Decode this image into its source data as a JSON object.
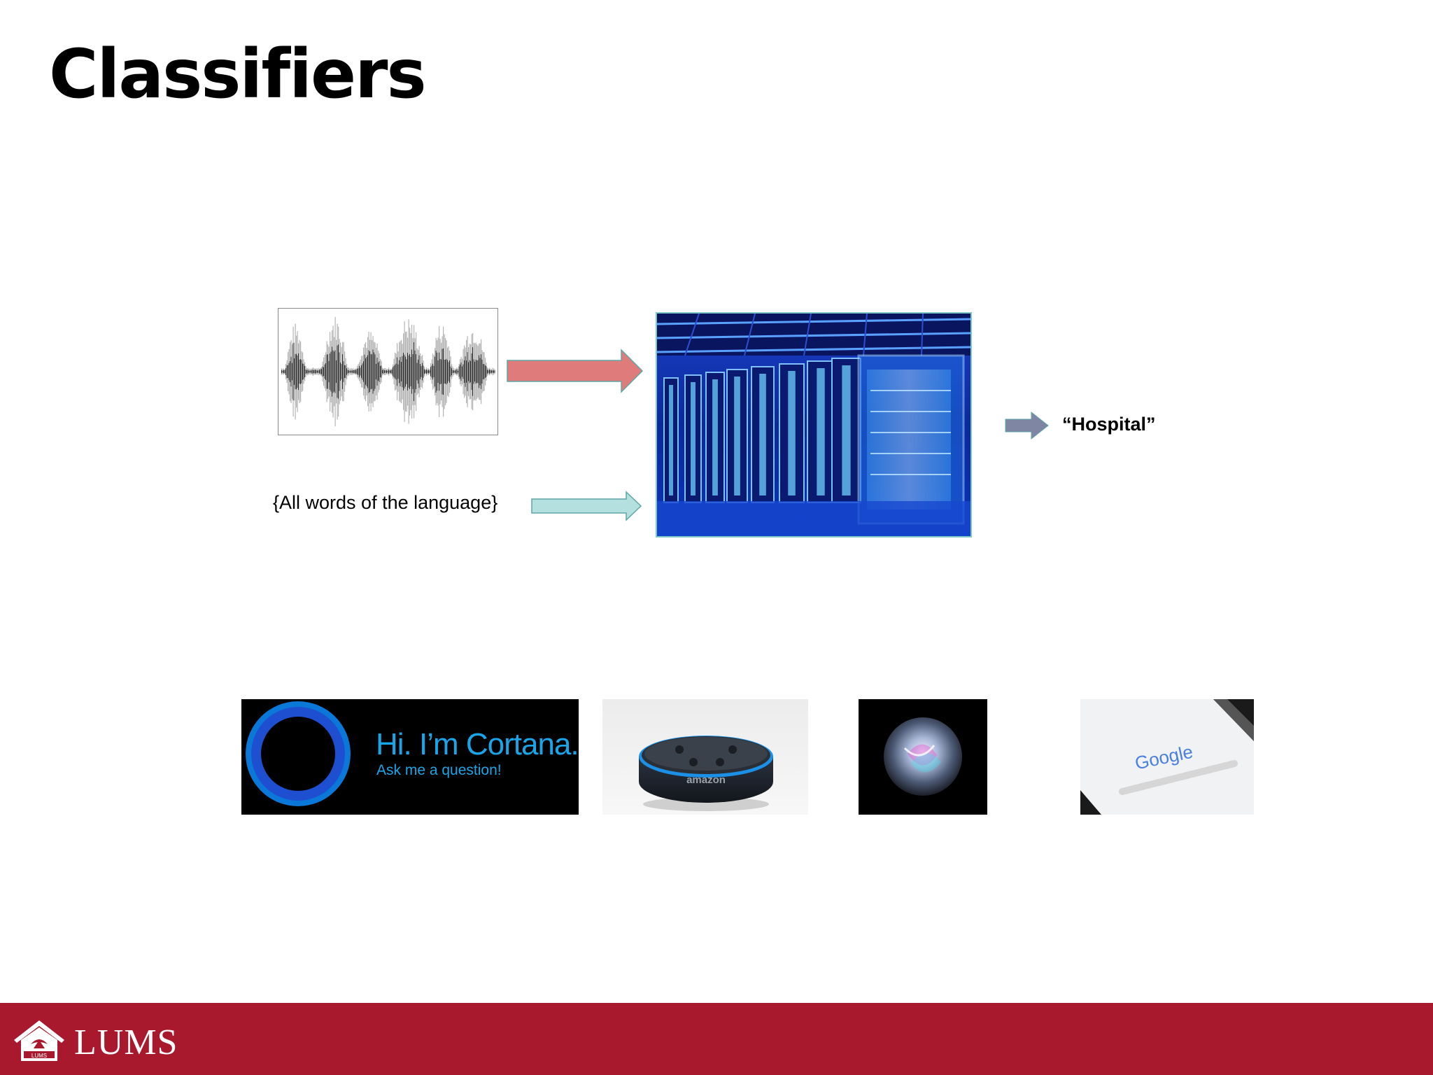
{
  "slide": {
    "title": "Classifiers"
  },
  "diagram": {
    "input_set": "{All words of the language}",
    "output_label": "“Hospital”",
    "colors": {
      "audio_arrow": "#e07b7b",
      "vocab_arrow": "#b5e0e0",
      "output_arrow": "#7f86a3",
      "server_border": "#7fc6c6"
    }
  },
  "assistants": {
    "cortana": {
      "headline": "Hi. I’m Cortana.",
      "subline": "Ask me a question!"
    },
    "echo": {
      "brand": "amazon"
    },
    "siri": {},
    "google": {
      "wordmark": "Google"
    }
  },
  "footer": {
    "logo_text": "LUMS",
    "emblem_text": "LUMS",
    "background": "#a8192e"
  }
}
